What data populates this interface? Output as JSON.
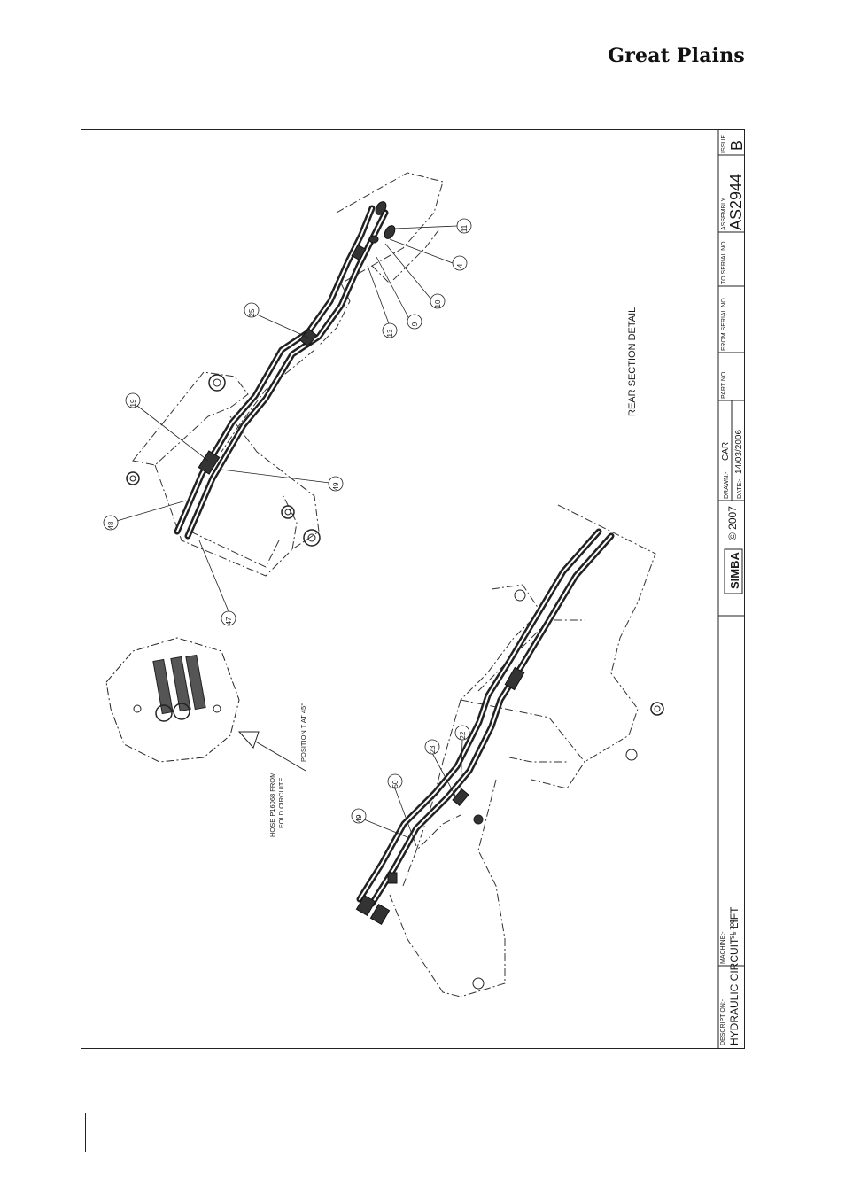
{
  "header": {
    "brand": "Great Plains"
  },
  "title_block": {
    "description_label": "DESCRIPTION:-",
    "description": "HYDRAULIC CIRCUIT - LIFT",
    "machine_label": "MACHINE:-",
    "machine": "SL 700",
    "logo_text": "SIMBA",
    "copyright": "© 2007",
    "drawn_label": "DRAWN:-",
    "drawn": "CAR",
    "date_label": "DATE:-",
    "date": "14/03/2006",
    "part_no_label": "PART NO.",
    "from_serial_label": "FROM SERIAL NO.",
    "to_serial_label": "TO SERIAL NO.",
    "assembly_label": "ASSEMBLY",
    "assembly": "AS2944",
    "issue_label": "ISSUE",
    "issue": "B"
  },
  "annotations": {
    "rear_section": "REAR SECTION DETAIL",
    "hose_note_1": "HOSE P16068 FROM",
    "hose_note_2": "FOLD CIRCUITE",
    "position_note": "POSITION T AT 45°"
  },
  "balloons": {
    "b11": "11",
    "b4": "4",
    "b10": "10",
    "b9": "9",
    "b13": "13",
    "b25": "25",
    "b19": "19",
    "b49a": "49",
    "b48": "48",
    "b47": "47",
    "b22": "22",
    "b23": "23",
    "b50": "50",
    "b49b": "49"
  }
}
